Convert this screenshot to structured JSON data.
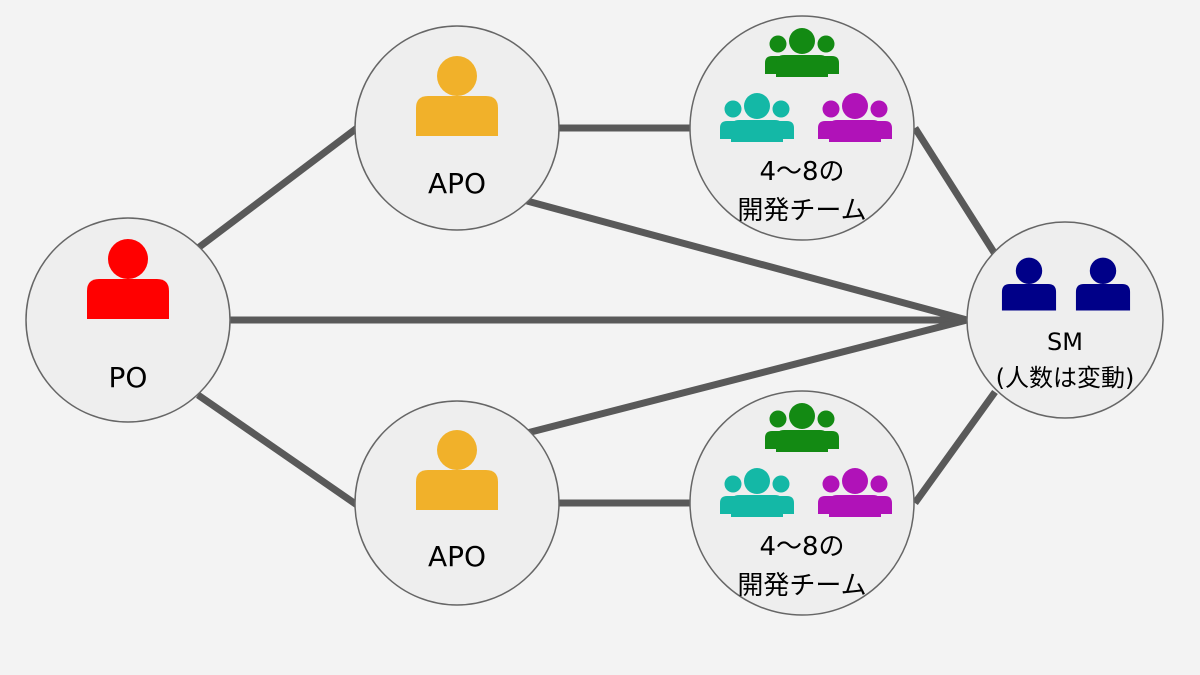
{
  "colors": {
    "background": "#f3f3f3",
    "node_fill": "#eeeeee",
    "node_stroke": "#666666",
    "connector": "#595959",
    "po": "#ff0000",
    "apo": "#f1b12a",
    "team_green": "#138a13",
    "team_teal": "#14b8a6",
    "team_purple": "#b012b8",
    "sm": "#000088"
  },
  "nodes": {
    "po": {
      "label": "PO",
      "icon": "person-icon"
    },
    "apo_top": {
      "label": "APO",
      "icon": "person-icon"
    },
    "apo_bottom": {
      "label": "APO",
      "icon": "person-icon"
    },
    "team_top": {
      "label_line1": "4〜8の",
      "label_line2": "開発チーム",
      "icon": "group-icon"
    },
    "team_bottom": {
      "label_line1": "4〜8の",
      "label_line2": "開発チーム",
      "icon": "group-icon"
    },
    "sm": {
      "label_line1": "SM",
      "label_line2": "(人数は変動)",
      "icon": "person-icon"
    }
  },
  "edges": [
    {
      "from": "po",
      "to": "apo_top"
    },
    {
      "from": "po",
      "to": "apo_bottom"
    },
    {
      "from": "po",
      "to": "sm"
    },
    {
      "from": "apo_top",
      "to": "team_top"
    },
    {
      "from": "apo_top",
      "to": "sm"
    },
    {
      "from": "apo_bottom",
      "to": "team_bottom"
    },
    {
      "from": "apo_bottom",
      "to": "sm"
    },
    {
      "from": "team_top",
      "to": "sm"
    },
    {
      "from": "team_bottom",
      "to": "sm"
    }
  ]
}
